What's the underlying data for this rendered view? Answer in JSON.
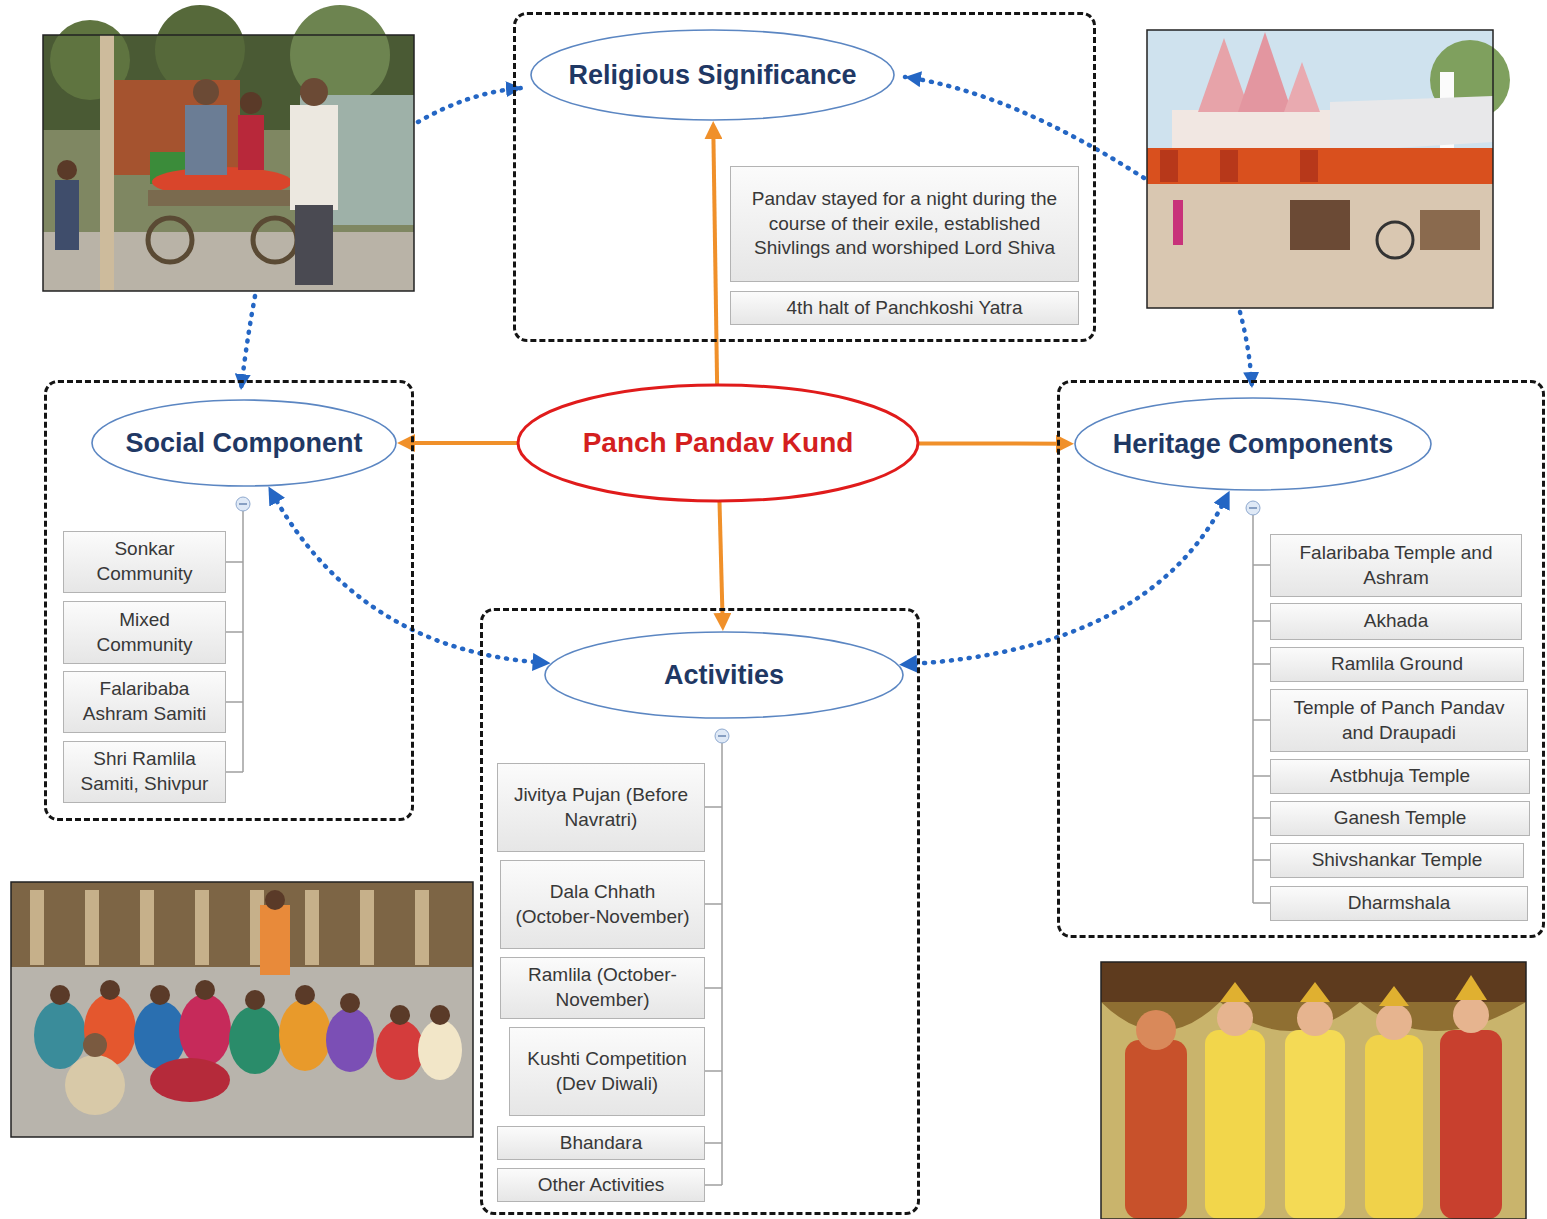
{
  "diagram": {
    "nodes": [
      {
        "text": []
      },
      {
        "text": [
          "Religious Significance"
        ],
        "in": 0
      },
      {
        "text": [
          "Pandav stayed for a night during the course of their exile, established Shivlings and worshiped Lord Shiva"
        ],
        "in": 0
      },
      {
        "text": [
          "4th halt of Panchkoshi Yatra"
        ],
        "in": 0
      },
      {
        "text": []
      },
      {
        "text": [
          "Social Component"
        ],
        "in": 4
      },
      {
        "text": [
          "Sonkar Community"
        ],
        "in": 4
      },
      {
        "text": [
          "Mixed Community"
        ],
        "in": 4
      },
      {
        "text": [
          "Falaribaba Ashram Samiti"
        ],
        "in": 4
      },
      {
        "text": [
          "Shri Ramlila Samiti, Shivpur"
        ],
        "in": 4
      },
      {
        "text": [
          "Panch Pandav Kund"
        ]
      },
      {
        "text": []
      },
      {
        "text": [
          "Heritage Components"
        ],
        "in": 11
      },
      {
        "text": [
          "Falaribaba Temple and Ashram"
        ],
        "in": 11
      },
      {
        "text": [
          "Akhada"
        ],
        "in": 11
      },
      {
        "text": [
          "Ramlila Ground"
        ],
        "in": 11
      },
      {
        "text": [
          "Temple of Panch Pandav and Draupadi"
        ],
        "in": 11
      },
      {
        "text": [
          "Astbhuja Temple"
        ],
        "in": 11
      },
      {
        "text": [
          "Ganesh Temple"
        ],
        "in": 11
      },
      {
        "text": [
          "Shivshankar Temple"
        ],
        "in": 11
      },
      {
        "text": [
          "Dharmshala"
        ],
        "in": 11
      },
      {
        "text": []
      },
      {
        "text": [
          "Activities"
        ],
        "in": 21
      },
      {
        "text": [
          "Jivitya Pujan (Before Navratri)"
        ],
        "in": 21
      },
      {
        "text": [
          "Dala Chhath (October-November)"
        ],
        "in": 21
      },
      {
        "text": [
          "Ramlila (October-November)"
        ],
        "in": 21
      },
      {
        "text": [
          "Kushti Competition (Dev Diwali)"
        ],
        "in": 21
      },
      {
        "text": [
          "Bhandara"
        ],
        "in": 21
      },
      {
        "text": [
          "Other Activities"
        ],
        "in": 21
      }
    ],
    "edges": [
      {
        "from": 10,
        "to": 1,
        "arrow": "to"
      },
      {
        "from": 10,
        "to": 5,
        "arrow": "to"
      },
      {
        "from": 10,
        "to": 12,
        "arrow": "to"
      },
      {
        "from": 10,
        "to": 22,
        "arrow": "to"
      },
      {
        "from": 5,
        "to": 22,
        "arrow": "both"
      },
      {
        "from": 12,
        "to": 22,
        "arrow": "both"
      }
    ]
  }
}
